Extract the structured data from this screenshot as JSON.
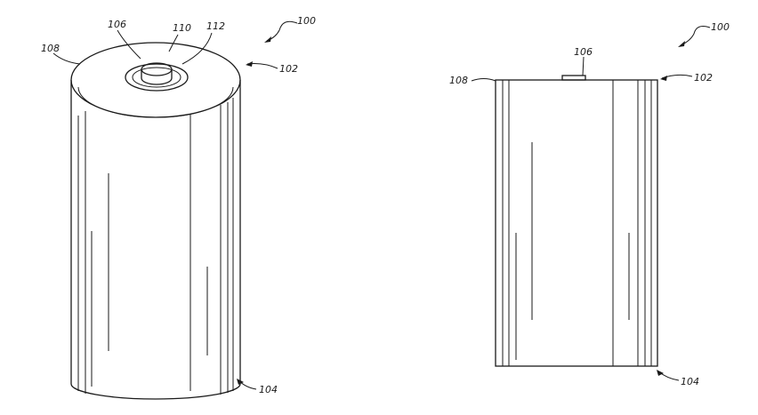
{
  "figure": {
    "left_view": {
      "refs": {
        "ref_100": "100",
        "ref_102": "102",
        "ref_104": "104",
        "ref_106": "106",
        "ref_108": "108",
        "ref_110": "110",
        "ref_112": "112"
      }
    },
    "right_view": {
      "refs": {
        "ref_100": "100",
        "ref_102": "102",
        "ref_104": "104",
        "ref_106": "106",
        "ref_108": "108"
      }
    },
    "colors": {
      "ink": "#1a1a1a",
      "background": "#ffffff"
    }
  }
}
